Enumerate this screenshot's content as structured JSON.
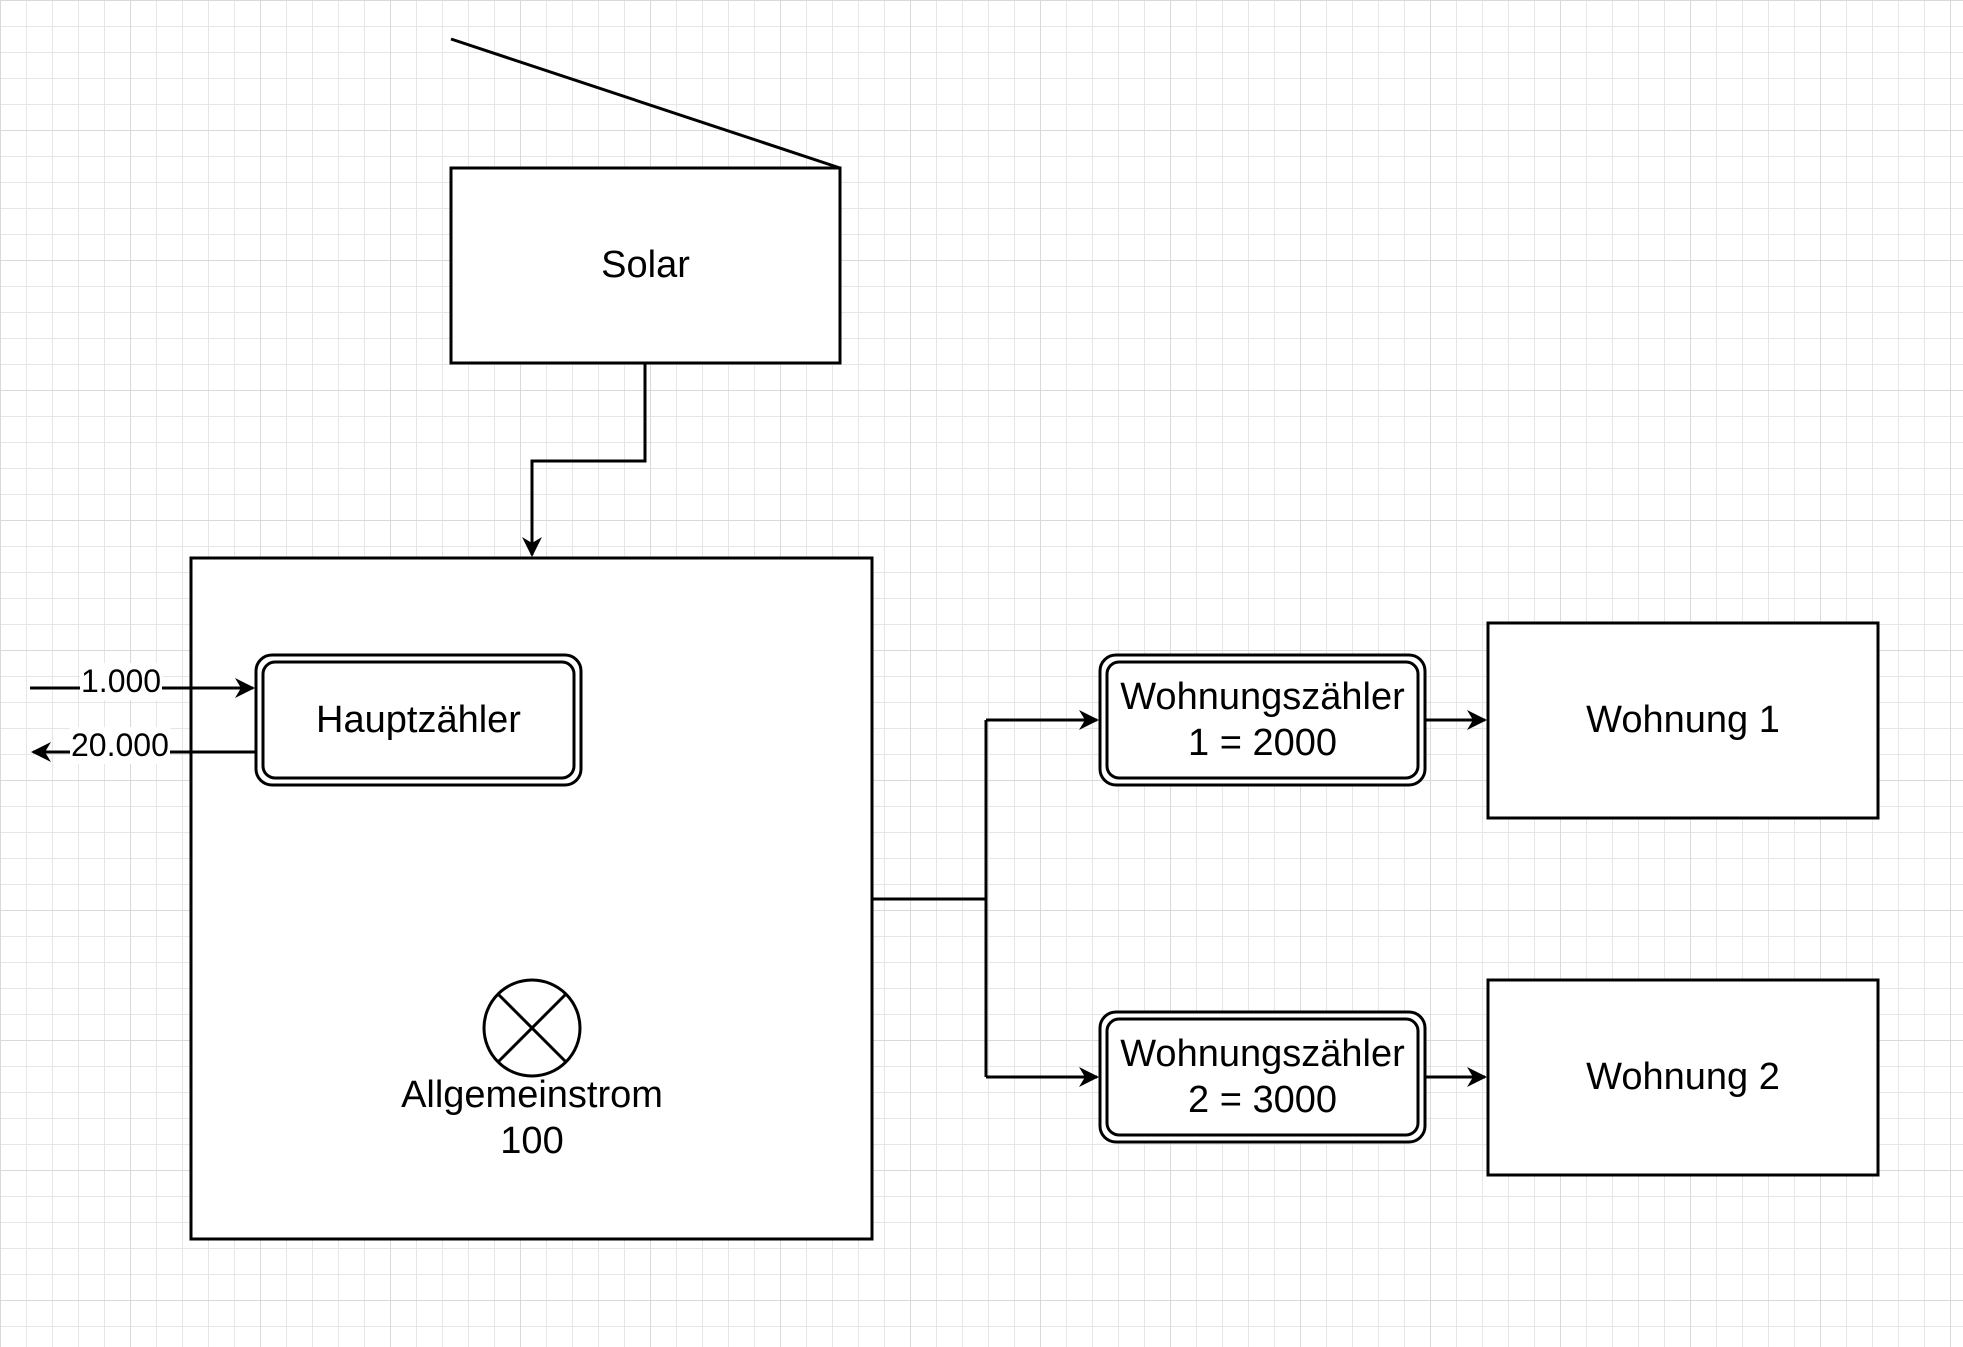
{
  "nodes": {
    "solar": "Solar",
    "hauptzaehler": "Hauptzähler",
    "allgemeinstrom_label": "Allgemeinstrom",
    "allgemeinstrom_value": "100",
    "wz1_line1": "Wohnungszähler",
    "wz1_line2": "1 = 2000",
    "wz2_line1": "Wohnungszähler",
    "wz2_line2": "2 = 3000",
    "wohnung1": "Wohnung 1",
    "wohnung2": "Wohnung 2"
  },
  "edges": {
    "grid_import": "1.000",
    "grid_export": "20.000"
  },
  "colors": {
    "stroke": "#000000",
    "grid_minor": "#e6e6e6",
    "grid_major": "#d9d9d9",
    "background": "#ffffff"
  }
}
